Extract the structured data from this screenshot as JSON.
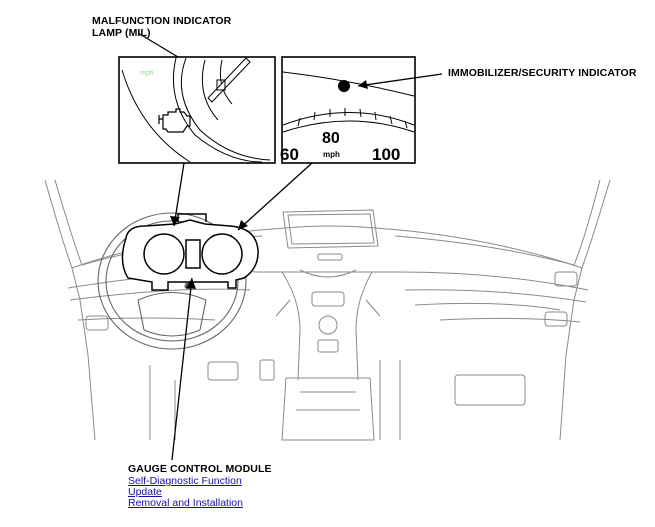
{
  "callouts": {
    "mil_line1": "MALFUNCTION INDICATOR",
    "mil_line2": "LAMP (MIL)",
    "immobilizer": "IMMOBILIZER/SECURITY INDICATOR",
    "gauge_module": "GAUGE CONTROL MODULE"
  },
  "links": {
    "self_diag": "Self-Diagnostic Function",
    "update": "Update",
    "removal": "Removal and Installation"
  },
  "speedometer": {
    "tick_left": "60",
    "tick_mid": "80",
    "unit": "mph",
    "tick_right": "100"
  }
}
